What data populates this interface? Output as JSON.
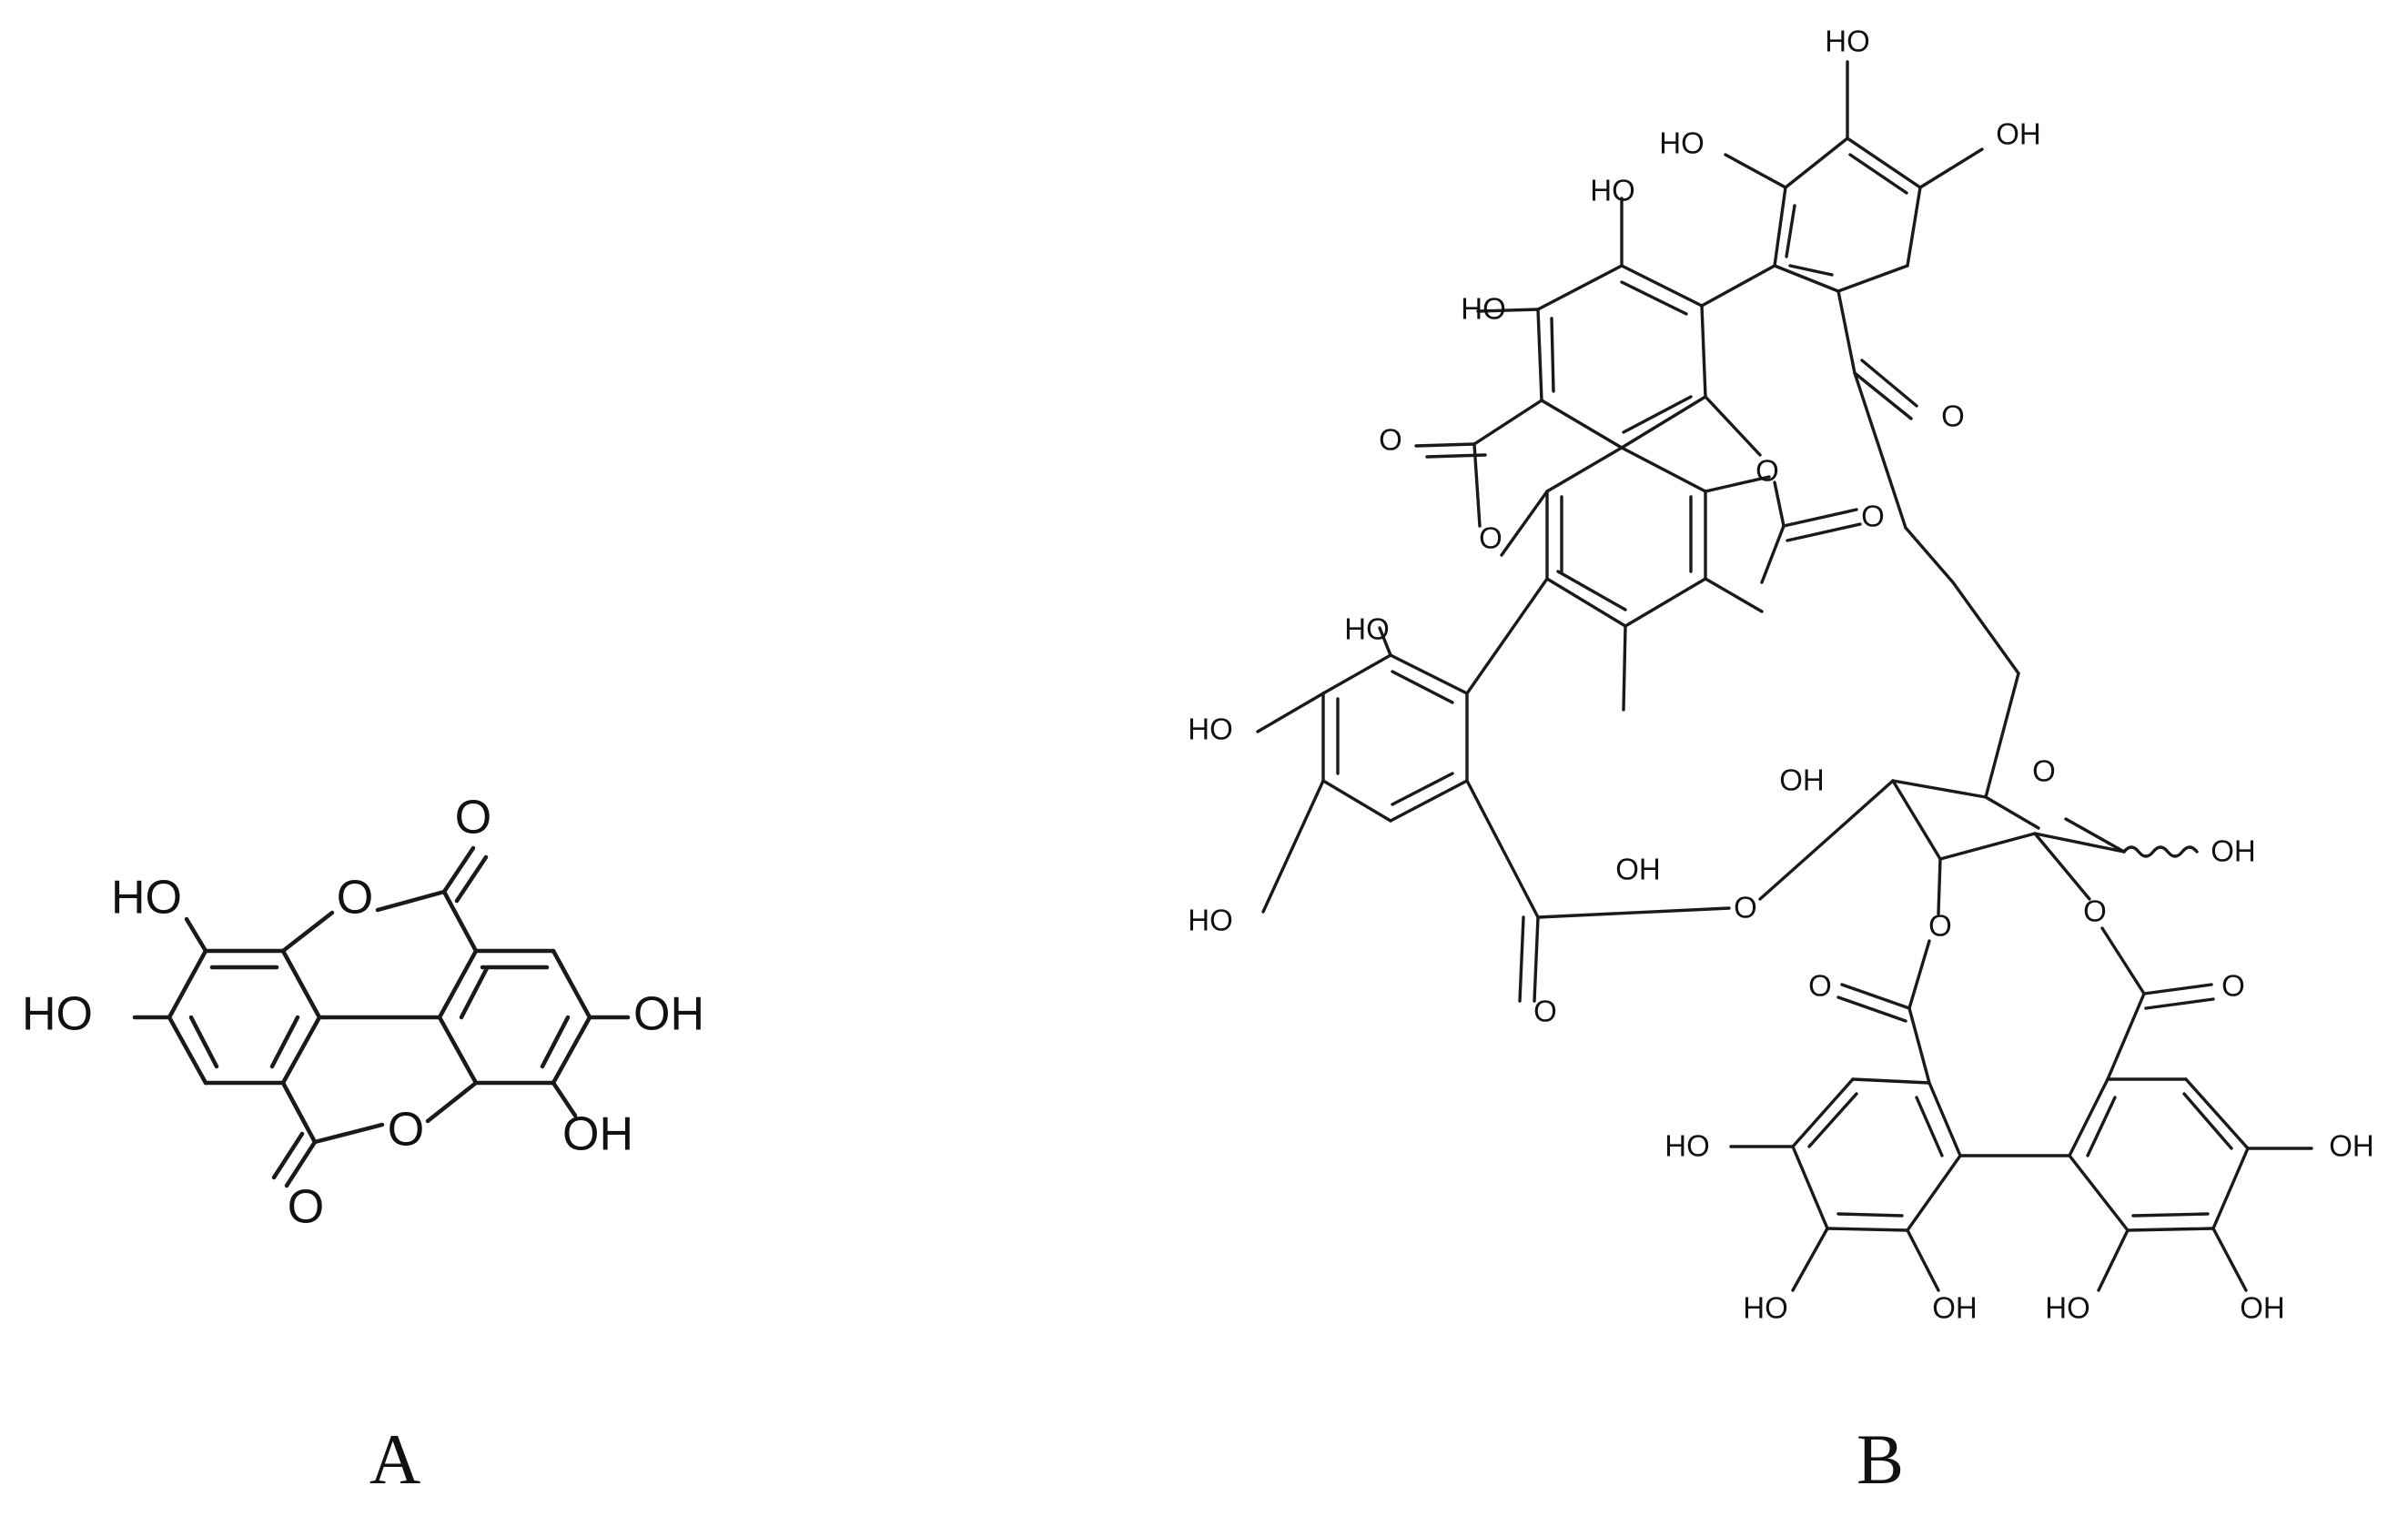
{
  "panels": [
    {
      "label": "A",
      "atoms": [
        "O",
        "HO",
        "HO",
        "OH",
        "OH",
        "O",
        "O",
        "O"
      ]
    },
    {
      "label": "B",
      "atoms": [
        "HO",
        "HO",
        "OH",
        "HO",
        "HO",
        "O",
        "O",
        "O",
        "O",
        "HO",
        "HO",
        "HO",
        "OH",
        "OH",
        "O",
        "O",
        "OH",
        "O",
        "O",
        "O",
        "O",
        "O",
        "O",
        "HO",
        "HO",
        "HO",
        "OH",
        "OH",
        "OH"
      ]
    }
  ],
  "colors": {
    "ink": "#1a1a1a",
    "background": "#ffffff"
  }
}
